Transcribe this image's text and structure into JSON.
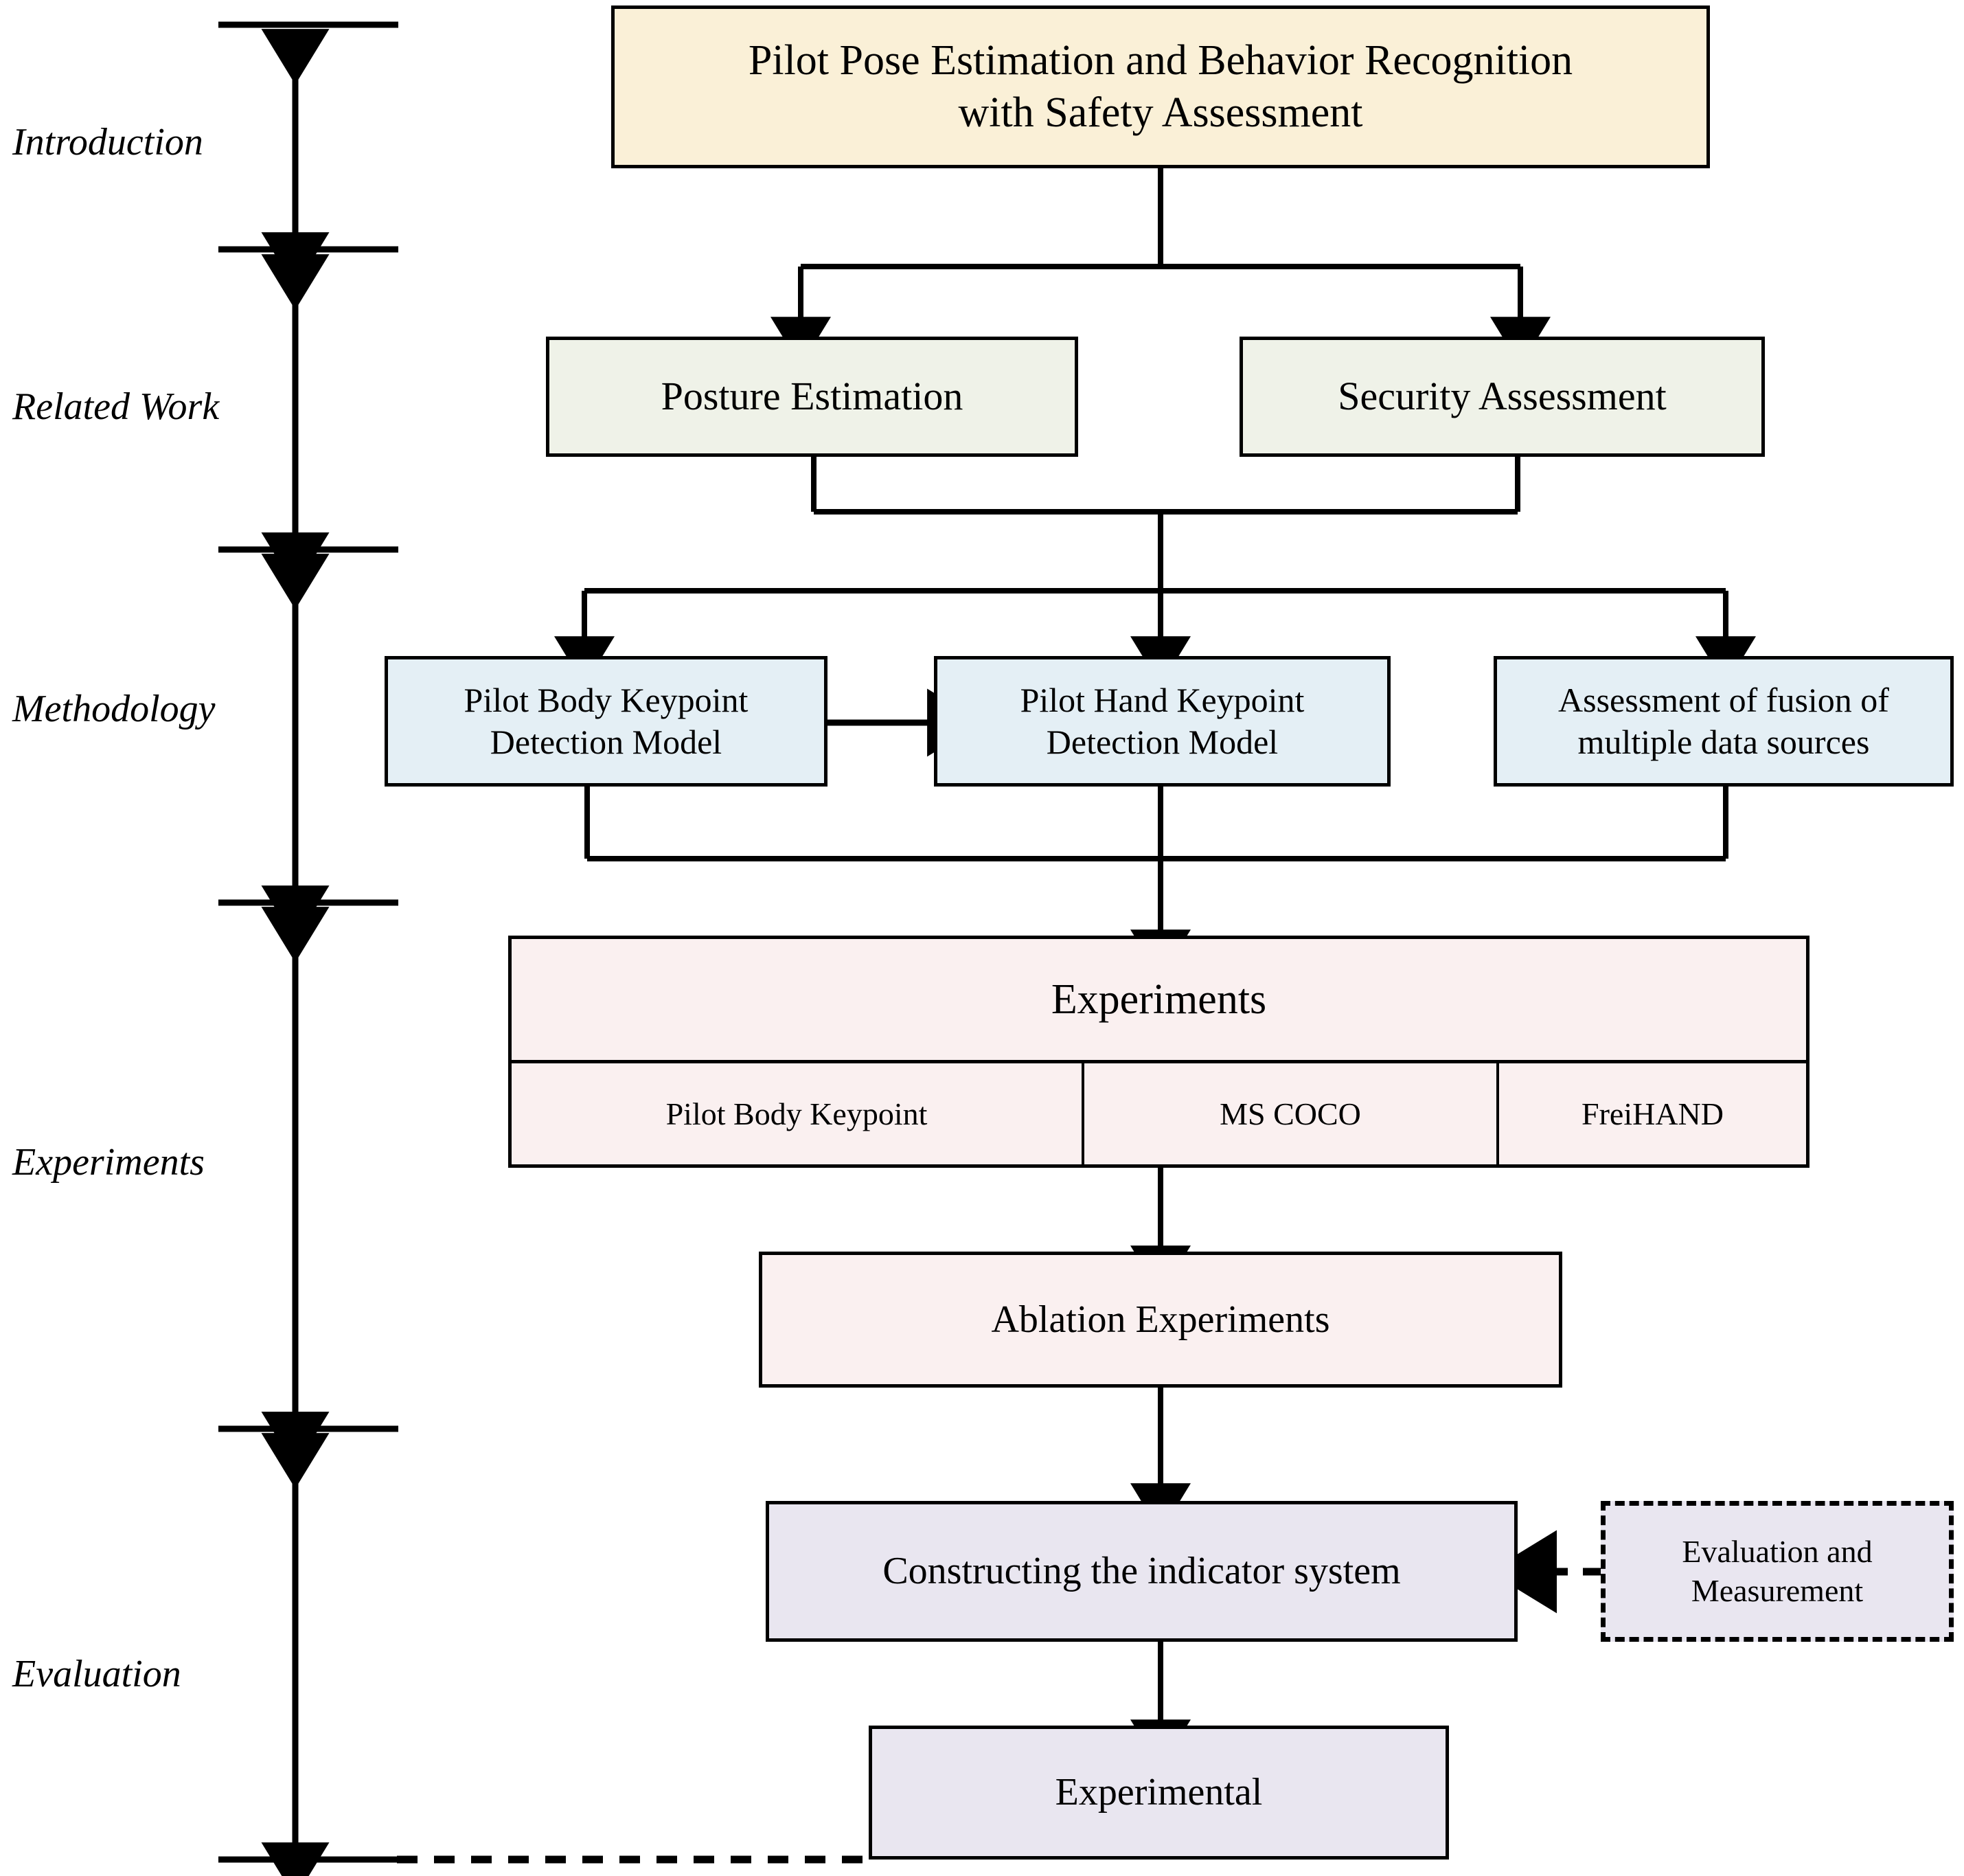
{
  "figure": {
    "kind": "research-paper-organization-flowchart"
  },
  "axis": {
    "name": "paper-section-axis",
    "sections": [
      {
        "id": "introduction",
        "label": "Introduction"
      },
      {
        "id": "related-work",
        "label": "Related Work"
      },
      {
        "id": "methodology",
        "label": "Methodology"
      },
      {
        "id": "experiments",
        "label": "Experiments"
      },
      {
        "id": "evaluation",
        "label": "Evaluation"
      }
    ]
  },
  "nodes": {
    "title": {
      "line1": "Pilot Pose Estimation and Behavior Recognition",
      "line2": "with  Safety Assessment",
      "color": "#FAF0D7"
    },
    "posture_estimation": {
      "label": "Posture Estimation",
      "color": "#EFF2E8"
    },
    "security_assessment": {
      "label": "Security Assessment",
      "color": "#EFF2E8"
    },
    "body_keypoint_model": {
      "line1": "Pilot Body Keypoint",
      "line2": "Detection Model",
      "color": "#E4EFF5"
    },
    "hand_keypoint_model": {
      "line1": "Pilot Hand Keypoint",
      "line2": "Detection Model",
      "color": "#E4EFF5"
    },
    "fusion_assessment": {
      "line1": "Assessment of fusion of",
      "line2": "multiple data sources",
      "color": "#E4EFF5"
    },
    "experiments": {
      "header": "Experiments",
      "datasets": [
        "Pilot Body Keypoint",
        "MS COCO",
        "FreiHAND"
      ],
      "color": "#FAF0F0"
    },
    "ablation_experiments": {
      "label": "Ablation   Experiments",
      "color": "#FAF0F0"
    },
    "indicator_system": {
      "label": "Constructing the indicator system",
      "color": "#E9E6F0"
    },
    "evaluation_measurement": {
      "line1": "Evaluation and",
      "line2": "Measurement",
      "color": "#E9E6F0",
      "border": "dashed"
    },
    "experimental": {
      "label": "Experimental",
      "color": "#E9E6F0"
    }
  },
  "edges": [
    {
      "from": "title",
      "to": "posture_estimation",
      "style": "solid-arrow"
    },
    {
      "from": "title",
      "to": "security_assessment",
      "style": "solid-arrow"
    },
    {
      "from": "posture_estimation",
      "to": "body_keypoint_model",
      "style": "solid-arrow"
    },
    {
      "from": "security_assessment",
      "to": "hand_keypoint_model",
      "style": "solid-arrow"
    },
    {
      "from": "posture_estimation",
      "to": "fusion_assessment",
      "style": "solid-arrow"
    },
    {
      "from": "body_keypoint_model",
      "to": "hand_keypoint_model",
      "style": "solid-arrow"
    },
    {
      "from": "body_keypoint_model",
      "to": "experiments",
      "style": "solid-arrow"
    },
    {
      "from": "hand_keypoint_model",
      "to": "experiments",
      "style": "solid-arrow"
    },
    {
      "from": "fusion_assessment",
      "to": "experiments",
      "style": "solid-arrow"
    },
    {
      "from": "experiments",
      "to": "ablation_experiments",
      "style": "solid-arrow"
    },
    {
      "from": "ablation_experiments",
      "to": "indicator_system",
      "style": "solid-arrow"
    },
    {
      "from": "evaluation_measurement",
      "to": "indicator_system",
      "style": "dashed-arrow"
    },
    {
      "from": "indicator_system",
      "to": "experimental",
      "style": "solid-arrow"
    },
    {
      "from": "axis-bottom",
      "to": "experimental",
      "style": "dashed-line"
    }
  ]
}
